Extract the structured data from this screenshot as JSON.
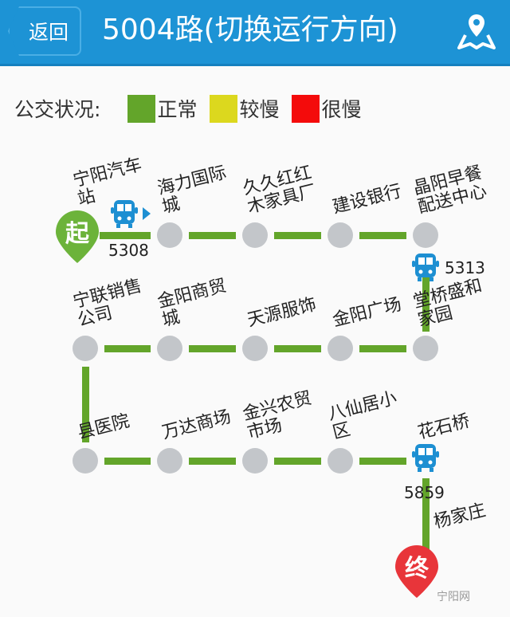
{
  "header": {
    "back_label": "返回",
    "title": "5004路(切换运行方向)",
    "map_icon": "map-pin-icon"
  },
  "legend": {
    "label": "公交状况:",
    "items": [
      {
        "label": "正常",
        "color": "#63a52a"
      },
      {
        "label": "较慢",
        "color": "#dcd81e"
      },
      {
        "label": "很慢",
        "color": "#f40b0b"
      }
    ]
  },
  "route": {
    "line_color": "#63a52a",
    "start_label": "起",
    "end_label": "终",
    "stops": [
      "宁阳汽车站",
      "海力国际城",
      "久久红红木家具厂",
      "建设银行",
      "晶阳早餐配送中心",
      "堂桥盛和家园",
      "金阳广场",
      "天源服饰",
      "金阳商贸城",
      "宁联销售公司",
      "县医院",
      "万达商场",
      "金兴农贸市场",
      "八仙居小区",
      "花石桥",
      "杨家庄"
    ],
    "buses": [
      "5308",
      "5313",
      "5859"
    ]
  },
  "watermark": "宁阳网"
}
